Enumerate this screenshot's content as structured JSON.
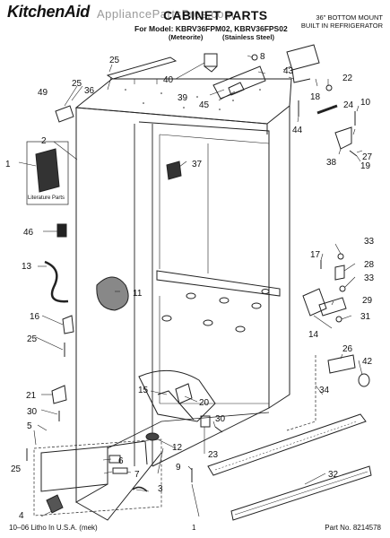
{
  "header": {
    "brand": "KitchenAid",
    "watermark": "AppliancePartsPros.com",
    "title": "CABINET PARTS",
    "model_line": "For Model: KBRV36FPM02, KBRV36FPS02",
    "variant_1": "(Meteorite)",
    "variant_2": "(Stainless Steel)",
    "right_line_1": "36\" BOTTOM MOUNT",
    "right_line_2": "BUILT IN REFRIGERATOR"
  },
  "diagram": {
    "literature_label": "Literature Parts",
    "callouts": {
      "c1": "1",
      "c2": "2",
      "c3": "3",
      "c4": "4",
      "c5": "5",
      "c6": "6",
      "c7": "7",
      "c8": "8",
      "c9": "9",
      "c10": "10",
      "c11": "11",
      "c12": "12",
      "c13": "13",
      "c14": "14",
      "c15": "15",
      "c16": "16",
      "c17": "17",
      "c18": "18",
      "c19": "19",
      "c20": "20",
      "c21": "21",
      "c22": "22",
      "c23": "23",
      "c24": "24",
      "c25": "25",
      "c26": "26",
      "c27": "27",
      "c28": "28",
      "c29": "29",
      "c30": "30",
      "c31": "31",
      "c32": "32",
      "c33": "33",
      "c34": "34",
      "c36": "36",
      "c37": "37",
      "c38": "38",
      "c39": "39",
      "c40": "40",
      "c42": "42",
      "c43": "43",
      "c44": "44",
      "c45": "45",
      "c46": "46",
      "c49": "49"
    }
  },
  "footer": {
    "left": "10–06 Litho In U.S.A. (mek)",
    "center": "1",
    "right": "Part No. 8214578"
  }
}
